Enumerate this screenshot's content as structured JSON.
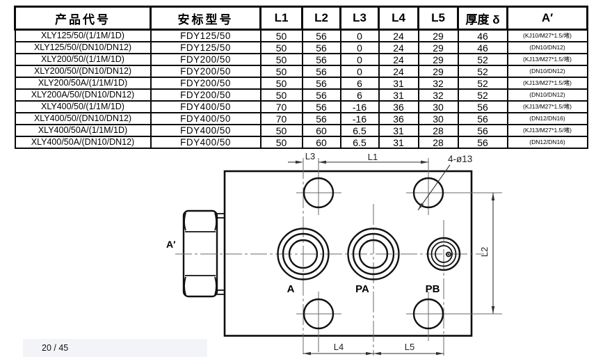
{
  "table": {
    "headers": [
      "产品代号",
      "安标型号",
      "L1",
      "L2",
      "L3",
      "L4",
      "L5",
      "厚度 δ",
      "A′"
    ],
    "rows": [
      [
        "XLY125/50/(1/1M/1D)",
        "FDY125/50",
        "50",
        "56",
        "0",
        "24",
        "29",
        "46",
        "(KJ10/M27*1.5/堵)"
      ],
      [
        "XLY125/50/(DN10/DN12)",
        "FDY125/50",
        "50",
        "56",
        "0",
        "24",
        "29",
        "46",
        "(DN10/DN12)"
      ],
      [
        "XLY200/50/(1/1M/1D)",
        "FDY200/50",
        "50",
        "56",
        "0",
        "24",
        "29",
        "52",
        "(KJ13/M27*1.5/堵)"
      ],
      [
        "XLY200/50/(DN10/DN12)",
        "FDY200/50",
        "50",
        "56",
        "0",
        "24",
        "29",
        "52",
        "(DN10/DN12)"
      ],
      [
        "XLY200/50A/(1/1M/1D)",
        "FDY200/50",
        "50",
        "56",
        "6",
        "31",
        "32",
        "52",
        "(KJ13/M27*1.5/堵)"
      ],
      [
        "XLY200A/50/(DN10/DN12)",
        "FDY200/50",
        "50",
        "56",
        "6",
        "31",
        "32",
        "52",
        "(DN10/DN12)"
      ],
      [
        "XLY400/50/(1/1M/1D)",
        "FDY400/50",
        "70",
        "56",
        "-16",
        "36",
        "30",
        "56",
        "(KJ13/M27*1.5/堵)"
      ],
      [
        "XLY400/50/(DN10/DN12)",
        "FDY400/50",
        "70",
        "56",
        "-16",
        "36",
        "30",
        "56",
        "(DN12/DN16)"
      ],
      [
        "XLY400/50A/(1/1M/1D)",
        "FDY400/50",
        "50",
        "60",
        "6.5",
        "31",
        "28",
        "56",
        "(KJ13/M27*1.5/堵)"
      ],
      [
        "XLY400/50A/(DN10/DN12)",
        "FDY400/50",
        "50",
        "60",
        "6.5",
        "31",
        "28",
        "56",
        "(DN12/DN16)"
      ]
    ]
  },
  "drawing": {
    "dim_l1": "L1",
    "dim_l2": "L2",
    "dim_l3": "L3",
    "dim_l4": "L4",
    "dim_l5": "L5",
    "holes_callout": "4-ø13",
    "port_a": "A",
    "port_pa": "PA",
    "port_pb": "PB",
    "side_port": "A′"
  },
  "footer": {
    "page_indicator": "20 / 45"
  },
  "colors": {
    "line": "#111111",
    "centerline": "#6a6a6a",
    "dimension": "#333333",
    "footer_bg": "#f2f4f7"
  }
}
